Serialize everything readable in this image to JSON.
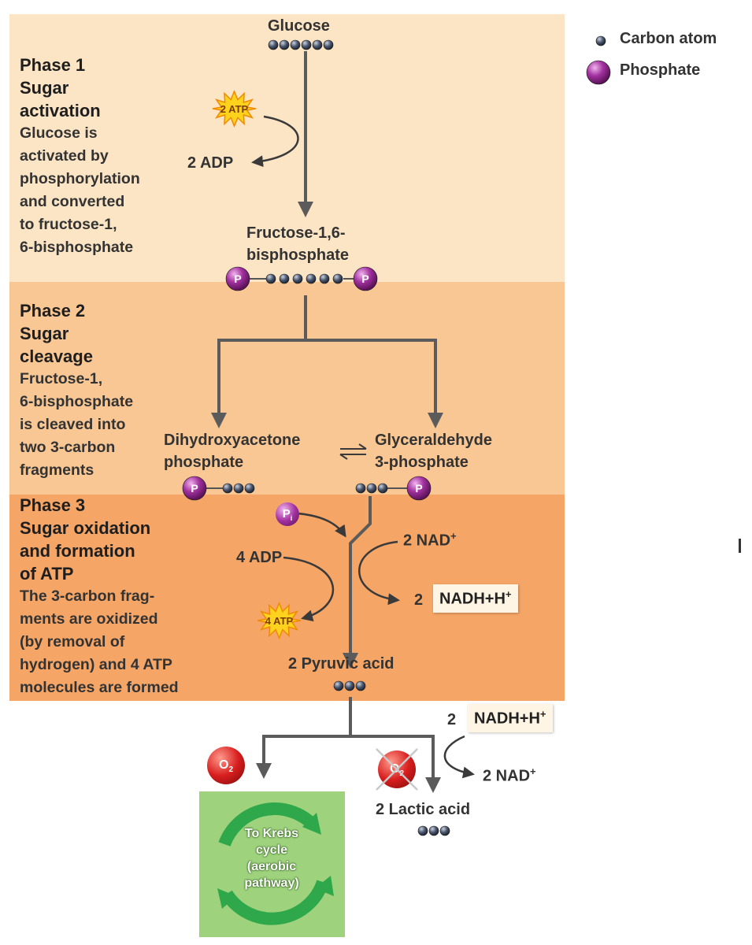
{
  "legend": {
    "carbon": "Carbon atom",
    "phosphate": "Phosphate"
  },
  "phase1": {
    "title_lines": [
      "Phase 1",
      "Sugar",
      "activation"
    ],
    "desc_lines": [
      "Glucose is",
      "activated by",
      "phosphorylation",
      "and converted",
      "to fructose-1,",
      "6-bisphosphate"
    ]
  },
  "phase2": {
    "title_lines": [
      "Phase 2",
      "Sugar",
      "cleavage"
    ],
    "desc_lines": [
      "Fructose-1,",
      "6-bisphosphate",
      "is cleaved into",
      "two 3-carbon",
      "fragments"
    ]
  },
  "phase3": {
    "title_lines": [
      "Phase 3",
      "Sugar oxidation",
      "and formation",
      "of ATP"
    ],
    "desc_lines": [
      "The 3-carbon frag-",
      "ments are oxidized",
      "(by removal of",
      "hydrogen) and 4 ATP",
      "molecules are formed"
    ]
  },
  "molecules": {
    "glucose": "Glucose",
    "fbp_line1": "Fructose-1,6-",
    "fbp_line2": "bisphosphate",
    "dhap_line1": "Dihydroxyacetone",
    "dhap_line2": "phosphate",
    "g3p_line1": "Glyceraldehyde",
    "g3p_line2": "3-phosphate",
    "pyruvic": "2 Pyruvic acid",
    "lactic": "2 Lactic acid"
  },
  "cofactors": {
    "atp_in": "2 ATP",
    "adp_out": "2 ADP",
    "adp_in": "4 ADP",
    "atp_out": "4 ATP",
    "nad_in": "2 NAD",
    "nad_plus": "+",
    "nadh_coef": "2",
    "nadh": "NADH+H",
    "nadh_plus": "+",
    "nadh2_coef": "2",
    "nadh2": "NADH+H",
    "nadh2_plus": "+",
    "nad_out": "2 NAD",
    "nad_out_plus": "+",
    "pi": "P",
    "pi_sub": "i",
    "p_letter": "P",
    "o2": "O",
    "o2_sub": "2"
  },
  "krebs": {
    "lines": [
      "To Krebs",
      "cycle",
      "(aerobic",
      "pathway)"
    ]
  },
  "colors": {
    "phase1_bg": "#fce5c4",
    "phase2_bg": "#f9c794",
    "phase3_bg": "#f5a566",
    "arrow": "#5b5b5b",
    "carbon": "#3f4a5e",
    "phosphate": "#9a2f96",
    "atp_star": "#ffd21e",
    "o2": "#d81e1e",
    "krebs_box": "#9fd27d",
    "krebs_ring": "#2ea84a"
  }
}
